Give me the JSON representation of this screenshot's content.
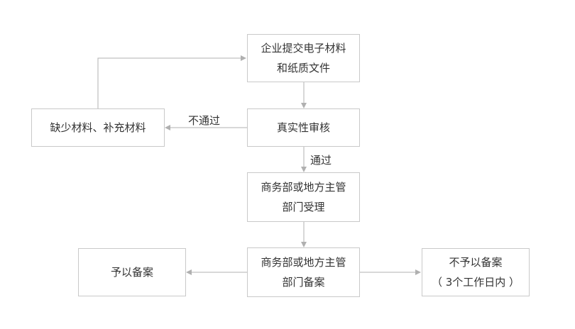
{
  "nodes": {
    "submit": {
      "line1": "企业提交电子材料",
      "line2": "和纸质文件"
    },
    "verify": {
      "line1": "真实性审核"
    },
    "supplement": {
      "line1": "缺少材料、补充材料"
    },
    "accept": {
      "line1": "商务部或地方主管",
      "line2": "部门受理"
    },
    "record": {
      "line1": "商务部或地方主管",
      "line2": "部门备案"
    },
    "approve": {
      "line1": "予以备案"
    },
    "reject": {
      "line1": "不予以备案",
      "line2": "（ 3个工作日内 ）"
    }
  },
  "edge_labels": {
    "fail": "不通过",
    "pass": "通过"
  },
  "colors": {
    "border": "#c9c9c9",
    "line": "#b0b0b0",
    "text": "#333333"
  }
}
